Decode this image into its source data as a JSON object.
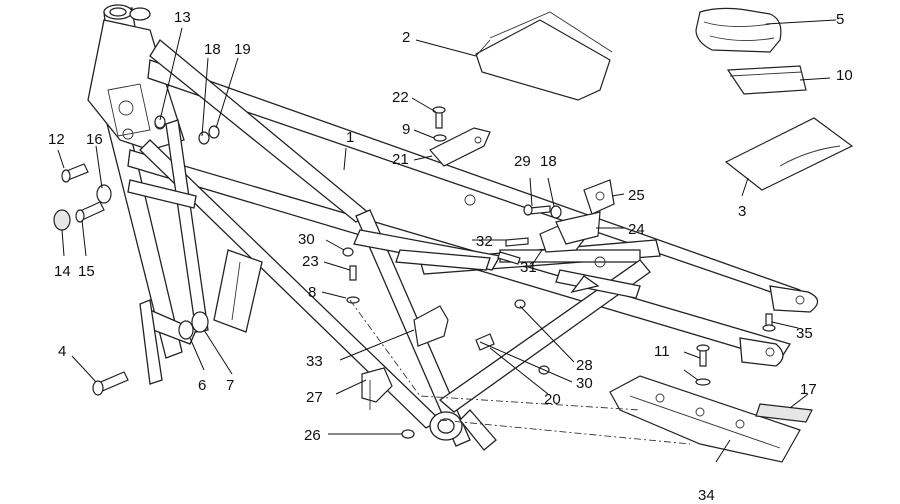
{
  "diagram": {
    "callouts": [
      "1",
      "2",
      "3",
      "4",
      "5",
      "6",
      "7",
      "8",
      "9",
      "10",
      "11",
      "12",
      "13",
      "14",
      "15",
      "16",
      "17",
      "18",
      "19",
      "20",
      "21",
      "22",
      "23",
      "24",
      "25",
      "26",
      "27",
      "28",
      "29",
      "30",
      "31",
      "32",
      "33",
      "34",
      "35"
    ],
    "icons": [
      "frame",
      "tool-bag",
      "toolkit",
      "manual",
      "document",
      "skid-plate",
      "battery-tray",
      "brackets",
      "bolts",
      "washers"
    ]
  }
}
